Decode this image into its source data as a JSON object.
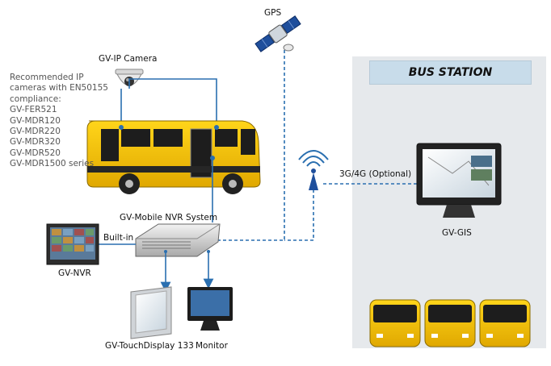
{
  "labels": {
    "gps": "GPS",
    "ip_camera": "GV-IP Camera",
    "bus_station": "BUS STATION",
    "network": "3G/4G (Optional)",
    "gis": "GV-GIS",
    "nvr_system": "GV-Mobile NVR System",
    "built_in": "Built-in",
    "nvr": "GV-NVR",
    "touch_display": "GV-TouchDisplay 133",
    "monitor": "Monitor"
  },
  "camera_list": [
    "Recommended IP",
    "cameras with EN50155",
    "compliance:",
    "GV-FER521",
    "GV-MDR120",
    "GV-MDR220",
    "GV-MDR320",
    "GV-MDR520",
    "GV-MDR1500 series"
  ],
  "colors": {
    "bus_yellow": "#f2c300",
    "link_blue": "#2a6fb0",
    "station_bg": "#e6e9ec",
    "station_header": "#c8dcea"
  }
}
